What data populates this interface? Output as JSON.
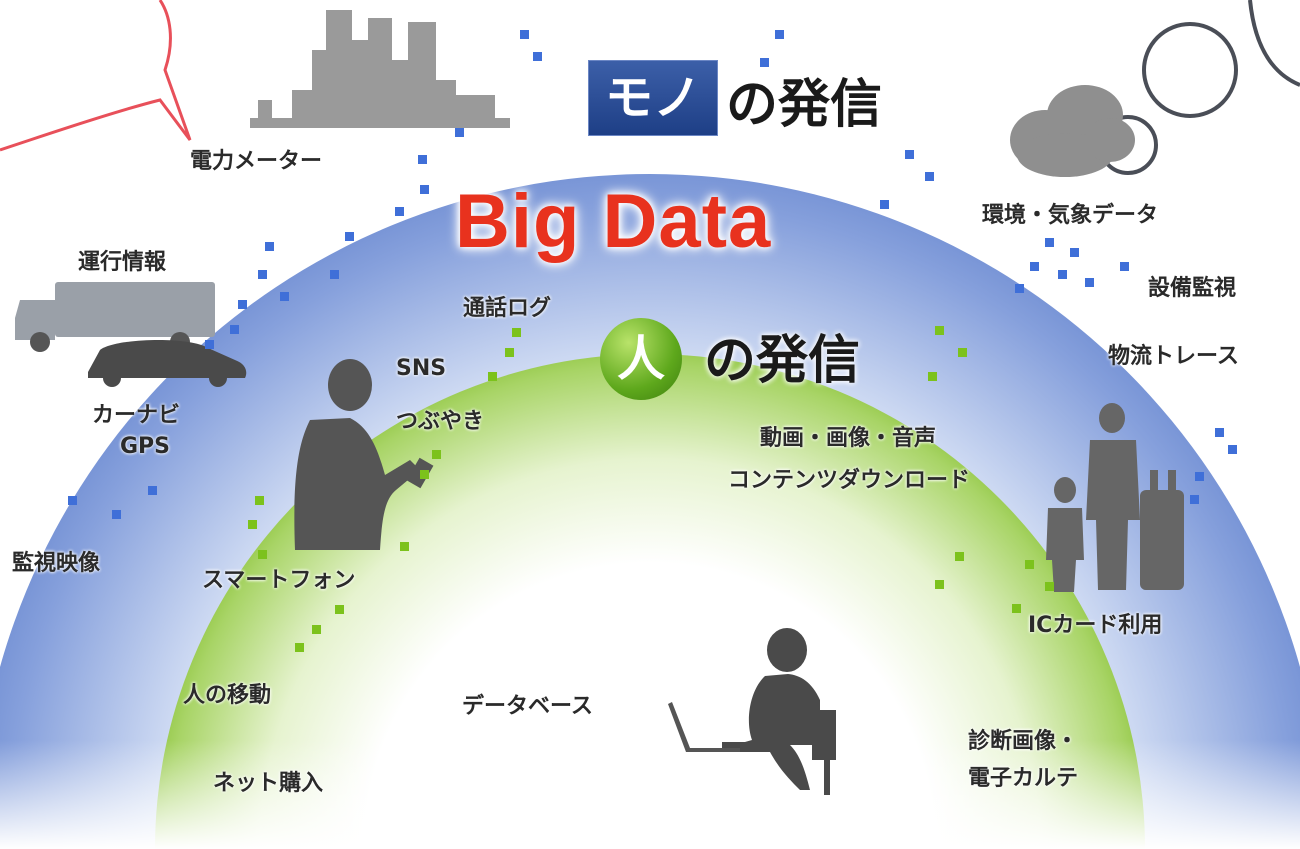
{
  "headings": {
    "things_box": "モノ",
    "things_suffix": "の発信",
    "big_data": "Big Data",
    "people_circle": "人",
    "people_suffix": "の発信"
  },
  "labels": {
    "power_meter": "電力メーター",
    "operation_info": "運行情報",
    "car_navi": "カーナビ",
    "gps": "GPS",
    "surveillance_video": "監視映像",
    "environment_weather": "環境・気象データ",
    "equipment_monitoring": "設備監視",
    "logistics_trace": "物流トレース",
    "call_log": "通話ログ",
    "sns": "SNS",
    "tweets": "つぶやき",
    "smartphone": "スマートフォン",
    "human_movement": "人の移動",
    "online_purchase": "ネット購入",
    "media_line1": "動画・画像・音声",
    "media_line2": "コンテンツダウンロード",
    "ic_card": "ICカード利用",
    "database": "データベース",
    "diagnosis_line1": "診断画像・",
    "diagnosis_line2": "電子カルテ"
  },
  "colors": {
    "outer_ring": "#7d97d6",
    "inner_ring": "#8cc43c",
    "big_data_text": "#e8321e",
    "callout_stroke": "#e8505a",
    "blue_dot": "#3f6fd8",
    "green_dot": "#7cc21c"
  },
  "icons": [
    "city-skyline-icon",
    "truck-icon",
    "car-icon",
    "cloud-icon",
    "person-smartphone-icon",
    "family-luggage-icon",
    "person-laptop-icon",
    "speech-callout-icon",
    "thought-bubble-icon"
  ]
}
